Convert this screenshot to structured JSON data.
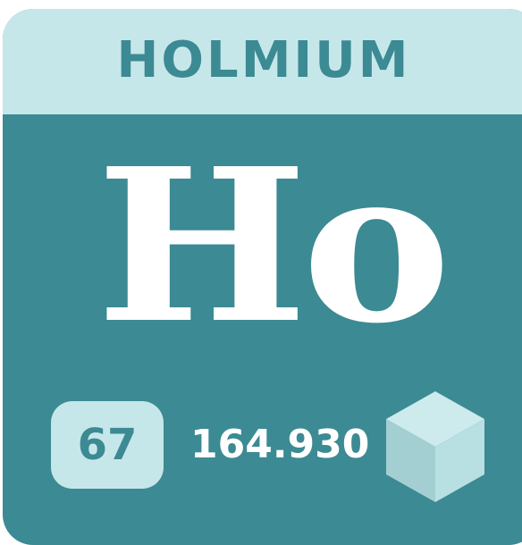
{
  "element": {
    "name": "HOLMIUM",
    "symbol": "Ho",
    "atomic_number": "67",
    "atomic_mass": "164.930",
    "icon": "cube-icon"
  },
  "colors": {
    "card_background": "#3c8a93",
    "header_background": "#c6e7ea",
    "accent_text": "#3c8a93",
    "light_text": "#ffffff",
    "cube_top": "#cdeaec",
    "cube_left": "#a4cfd2",
    "cube_right": "#b8dfe2"
  }
}
